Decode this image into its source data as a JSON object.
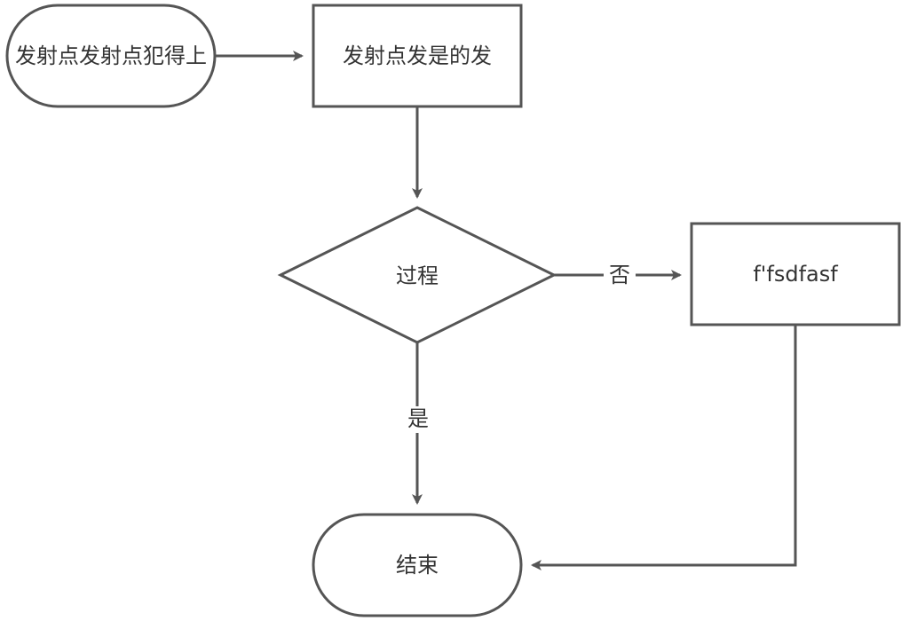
{
  "diagram": {
    "nodes": {
      "start": {
        "label": "发射点发射点犯得上",
        "shape": "terminal"
      },
      "process1": {
        "label": "发射点发是的发",
        "shape": "process"
      },
      "decision": {
        "label": "过程",
        "shape": "decision"
      },
      "process2": {
        "label": "f'fsdfasf",
        "shape": "process"
      },
      "end": {
        "label": "结束",
        "shape": "terminal"
      }
    },
    "edges": {
      "no_label": "否",
      "yes_label": "是"
    }
  },
  "colors": {
    "stroke": "#555555",
    "text": "#333333",
    "background": "#ffffff"
  }
}
